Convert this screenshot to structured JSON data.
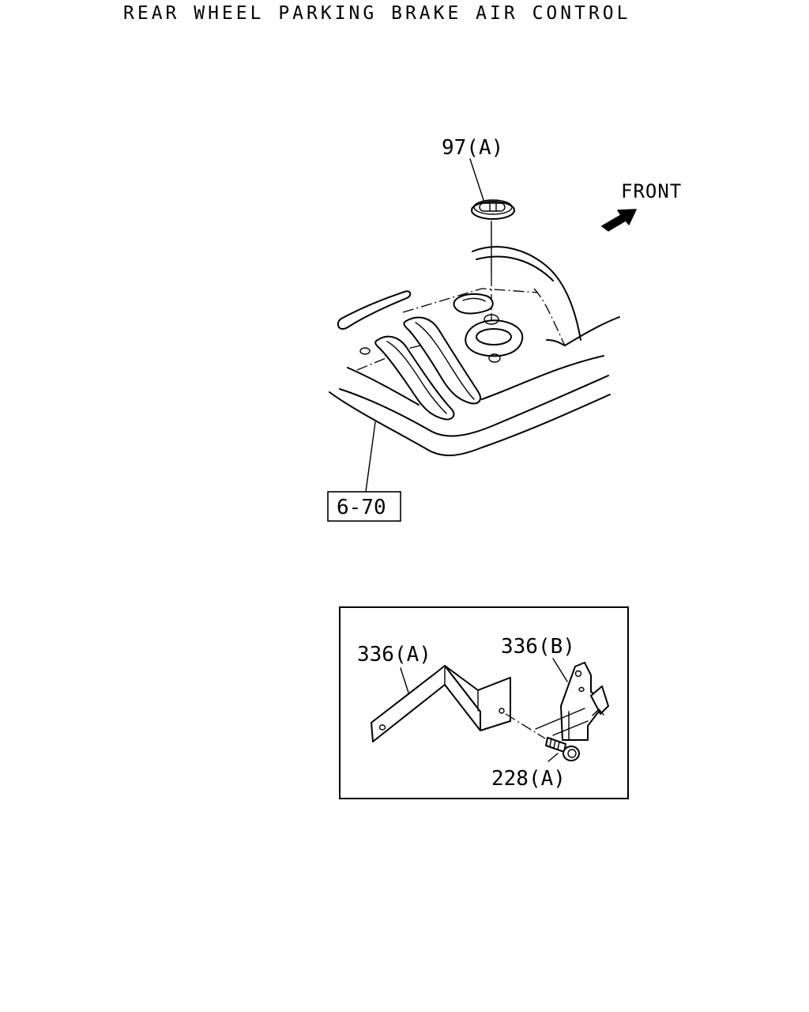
{
  "title": "REAR WHEEL PARKING BRAKE AIR CONTROL",
  "direction": {
    "label": "FRONT",
    "icon": "arrow-icon"
  },
  "callouts": {
    "grommet": "97(A)",
    "floor_panel_ref": "6-70",
    "bracket_a": "336(A)",
    "bracket_b": "336(B)",
    "bolt": "228(A)"
  }
}
